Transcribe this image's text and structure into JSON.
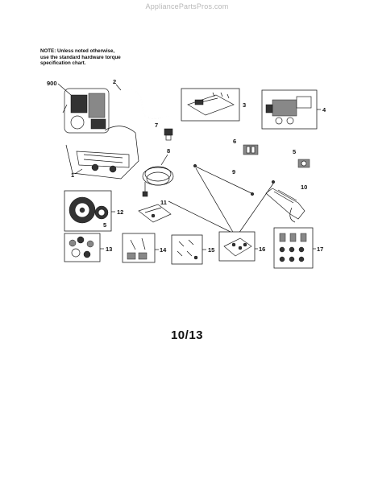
{
  "watermark": "AppliancePartsPros.com",
  "note": "NOTE: Unless noted otherwise,\nuse the standard hardware torque\nspecification chart.",
  "page_number": "10/13",
  "callouts": {
    "engine": "900",
    "frame": "1",
    "hose_bracket": "2",
    "decal_kit": "3",
    "pump": "4",
    "fitting_5": "5",
    "fitting_6": "6",
    "knob": "7",
    "hose": "8",
    "lance": "9",
    "spray_gun": "10",
    "bracket_11": "11",
    "wheel_kit": "12",
    "hardware_13": "13",
    "hardware_14": "14",
    "hardware_15": "15",
    "nozzle_holder": "16",
    "nozzle_set": "17"
  }
}
